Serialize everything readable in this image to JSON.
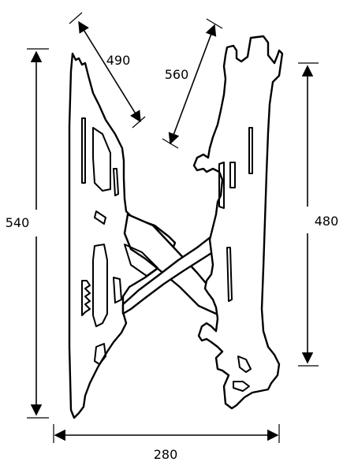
{
  "drawing": {
    "subject": "tv-wall-mount-bracket",
    "line_color": "#000000",
    "background": "#ffffff"
  },
  "dimensions": {
    "height_left": {
      "value": "540"
    },
    "height_right": {
      "value": "480"
    },
    "diagonal_left": {
      "value": "490"
    },
    "diagonal_right": {
      "value": "560"
    },
    "width_bottom": {
      "value": "280"
    }
  }
}
